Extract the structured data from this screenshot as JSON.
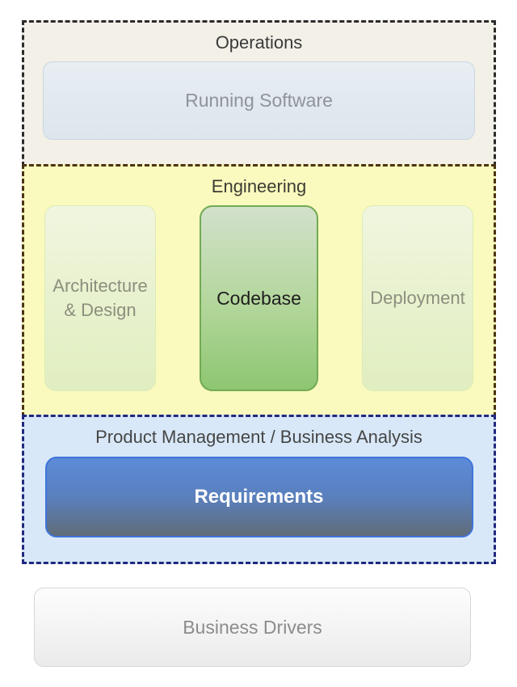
{
  "diagram": {
    "operations": {
      "title": "Operations",
      "boxes": [
        {
          "label": "Running Software"
        }
      ],
      "colors": {
        "background": "#f3f0e8",
        "border": "#2b2b2b",
        "box_fill": "#e2eaf0",
        "box_text": "#8e9499"
      }
    },
    "engineering": {
      "title": "Engineering",
      "boxes": [
        {
          "label": "Architecture & Design"
        },
        {
          "label": "Codebase"
        },
        {
          "label": "Deployment"
        }
      ],
      "colors": {
        "background": "#fafabe",
        "border": "#4a3411",
        "pale_box_fill": "#e9f2d0",
        "codebase_fill": "#8dc671",
        "codebase_border": "#73aa54"
      }
    },
    "product_management": {
      "title": "Product Management / Business Analysis",
      "boxes": [
        {
          "label": "Requirements"
        }
      ],
      "colors": {
        "background": "#d8e8f8",
        "border": "#21287e",
        "box_fill_top": "#5c8bd9",
        "box_fill_bottom": "#606c78",
        "box_border": "#3f74da",
        "box_text": "#ffffff"
      }
    },
    "standalone": {
      "label": "Business Drivers",
      "colors": {
        "box_fill": "#f4f4f4",
        "box_border": "#d6d6d6",
        "box_text": "#8c8c8c"
      }
    }
  }
}
